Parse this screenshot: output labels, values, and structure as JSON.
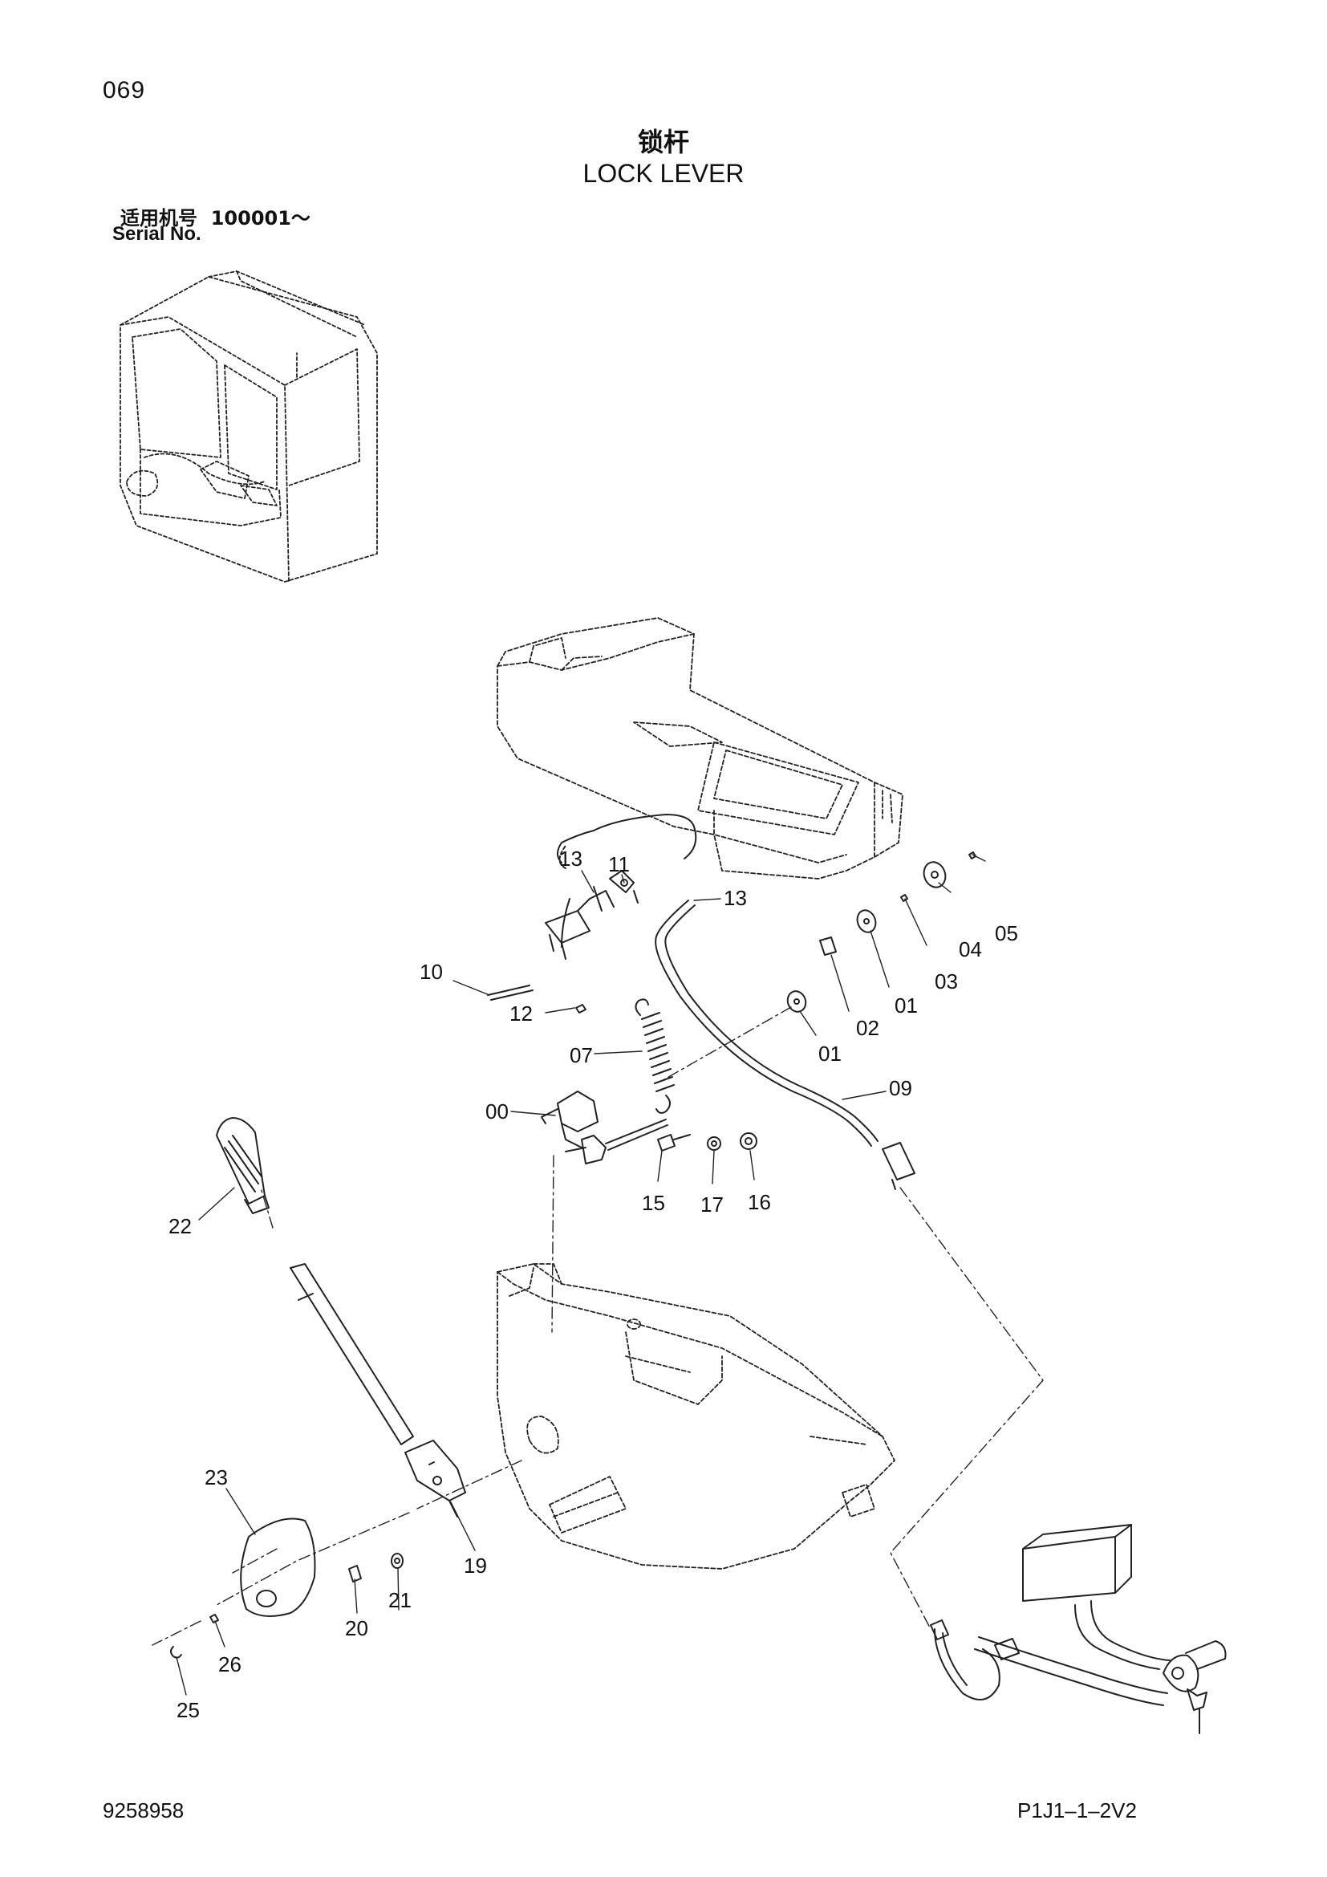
{
  "header": {
    "page_number": "069",
    "title_cn": "锁杆",
    "title_en": "LOCK LEVER",
    "serial_label_cn": "适用机号",
    "serial_range": "100001～",
    "serial_label_en": "Serial No."
  },
  "footer": {
    "drawing_number": "9258958",
    "sheet_code": "P1J1–1–2V2"
  },
  "callouts": [
    {
      "id": "c13a",
      "label": "13"
    },
    {
      "id": "c11",
      "label": "11"
    },
    {
      "id": "c13b",
      "label": "13"
    },
    {
      "id": "c10",
      "label": "10"
    },
    {
      "id": "c12",
      "label": "12"
    },
    {
      "id": "c05",
      "label": "05"
    },
    {
      "id": "c04",
      "label": "04"
    },
    {
      "id": "c03",
      "label": "03"
    },
    {
      "id": "c01a",
      "label": "01"
    },
    {
      "id": "c02",
      "label": "02"
    },
    {
      "id": "c01b",
      "label": "01"
    },
    {
      "id": "c07",
      "label": "07"
    },
    {
      "id": "c09",
      "label": "09"
    },
    {
      "id": "c00",
      "label": "00"
    },
    {
      "id": "c15",
      "label": "15"
    },
    {
      "id": "c17",
      "label": "17"
    },
    {
      "id": "c16",
      "label": "16"
    },
    {
      "id": "c22",
      "label": "22"
    },
    {
      "id": "c23",
      "label": "23"
    },
    {
      "id": "c19",
      "label": "19"
    },
    {
      "id": "c20",
      "label": "20"
    },
    {
      "id": "c21",
      "label": "21"
    },
    {
      "id": "c26",
      "label": "26"
    },
    {
      "id": "c25",
      "label": "25"
    }
  ]
}
